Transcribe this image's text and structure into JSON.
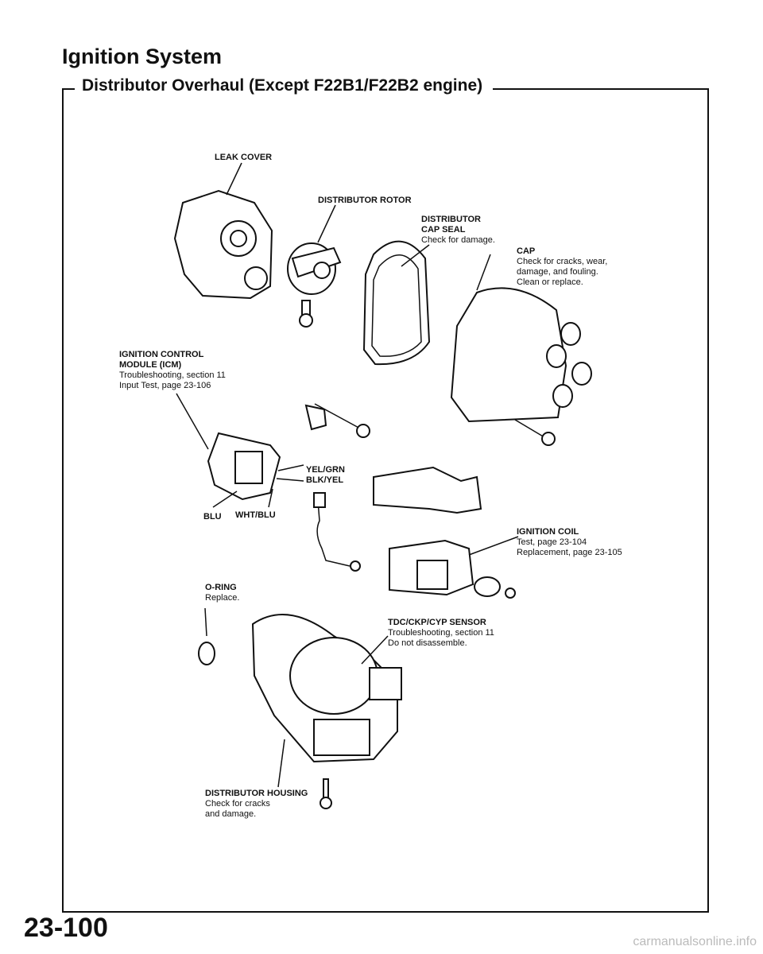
{
  "header": {
    "title": "Ignition System",
    "subtitle": "Distributor Overhaul (Except F22B1/F22B2 engine)"
  },
  "labels": {
    "leak_cover": "LEAK COVER",
    "distributor_rotor": "DISTRIBUTOR ROTOR",
    "cap_seal": {
      "title1": "DISTRIBUTOR",
      "title2": "CAP SEAL",
      "note1": "Check for damage."
    },
    "cap": {
      "title": "CAP",
      "note1": "Check for cracks, wear,",
      "note2": "damage, and fouling.",
      "note3": "Clean or replace."
    },
    "icm": {
      "title1": "IGNITION CONTROL",
      "title2": "MODULE (ICM)",
      "note1": "Troubleshooting, section 11",
      "note2": "Input Test, page 23-106"
    },
    "wires": {
      "yel_grn": "YEL/GRN",
      "blk_yel": "BLK/YEL",
      "blu": "BLU",
      "wht_blu": "WHT/BLU"
    },
    "ignition_coil": {
      "title": "IGNITION COIL",
      "note1": "Test, page 23-104",
      "note2": "Replacement, page 23-105"
    },
    "o_ring": {
      "title": "O-RING",
      "note1": "Replace."
    },
    "sensor": {
      "title": "TDC/CKP/CYP SENSOR",
      "note1": "Troubleshooting, section 11",
      "note2": "Do not disassemble."
    },
    "housing": {
      "title": "DISTRIBUTOR HOUSING",
      "note1": "Check for cracks",
      "note2": "and damage."
    }
  },
  "footer": {
    "page_number": "23-100",
    "watermark": "carmanualsonline.info"
  }
}
